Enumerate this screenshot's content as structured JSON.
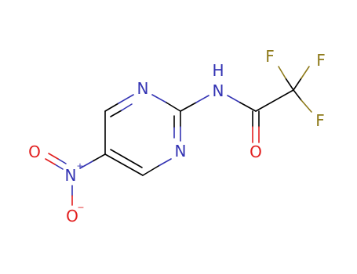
{
  "molecule": {
    "atoms": {
      "n_ring_top": "N",
      "n_ring_bottom": "N",
      "n_amide": "N",
      "h_amide": "H",
      "o_carbonyl": "O",
      "f_top": "F",
      "f_right": "F",
      "f_lower": "F",
      "n_nitro": "N",
      "o_nitro_top": "O",
      "o_nitro_bottom": "O",
      "nitro_plus": "+",
      "nitro_minus": "−"
    },
    "colors": {
      "carbon_bond": "#000000",
      "nitrogen": "#3333b3",
      "oxygen": "#e21f1f",
      "fluorine": "#8e7a1a"
    }
  }
}
